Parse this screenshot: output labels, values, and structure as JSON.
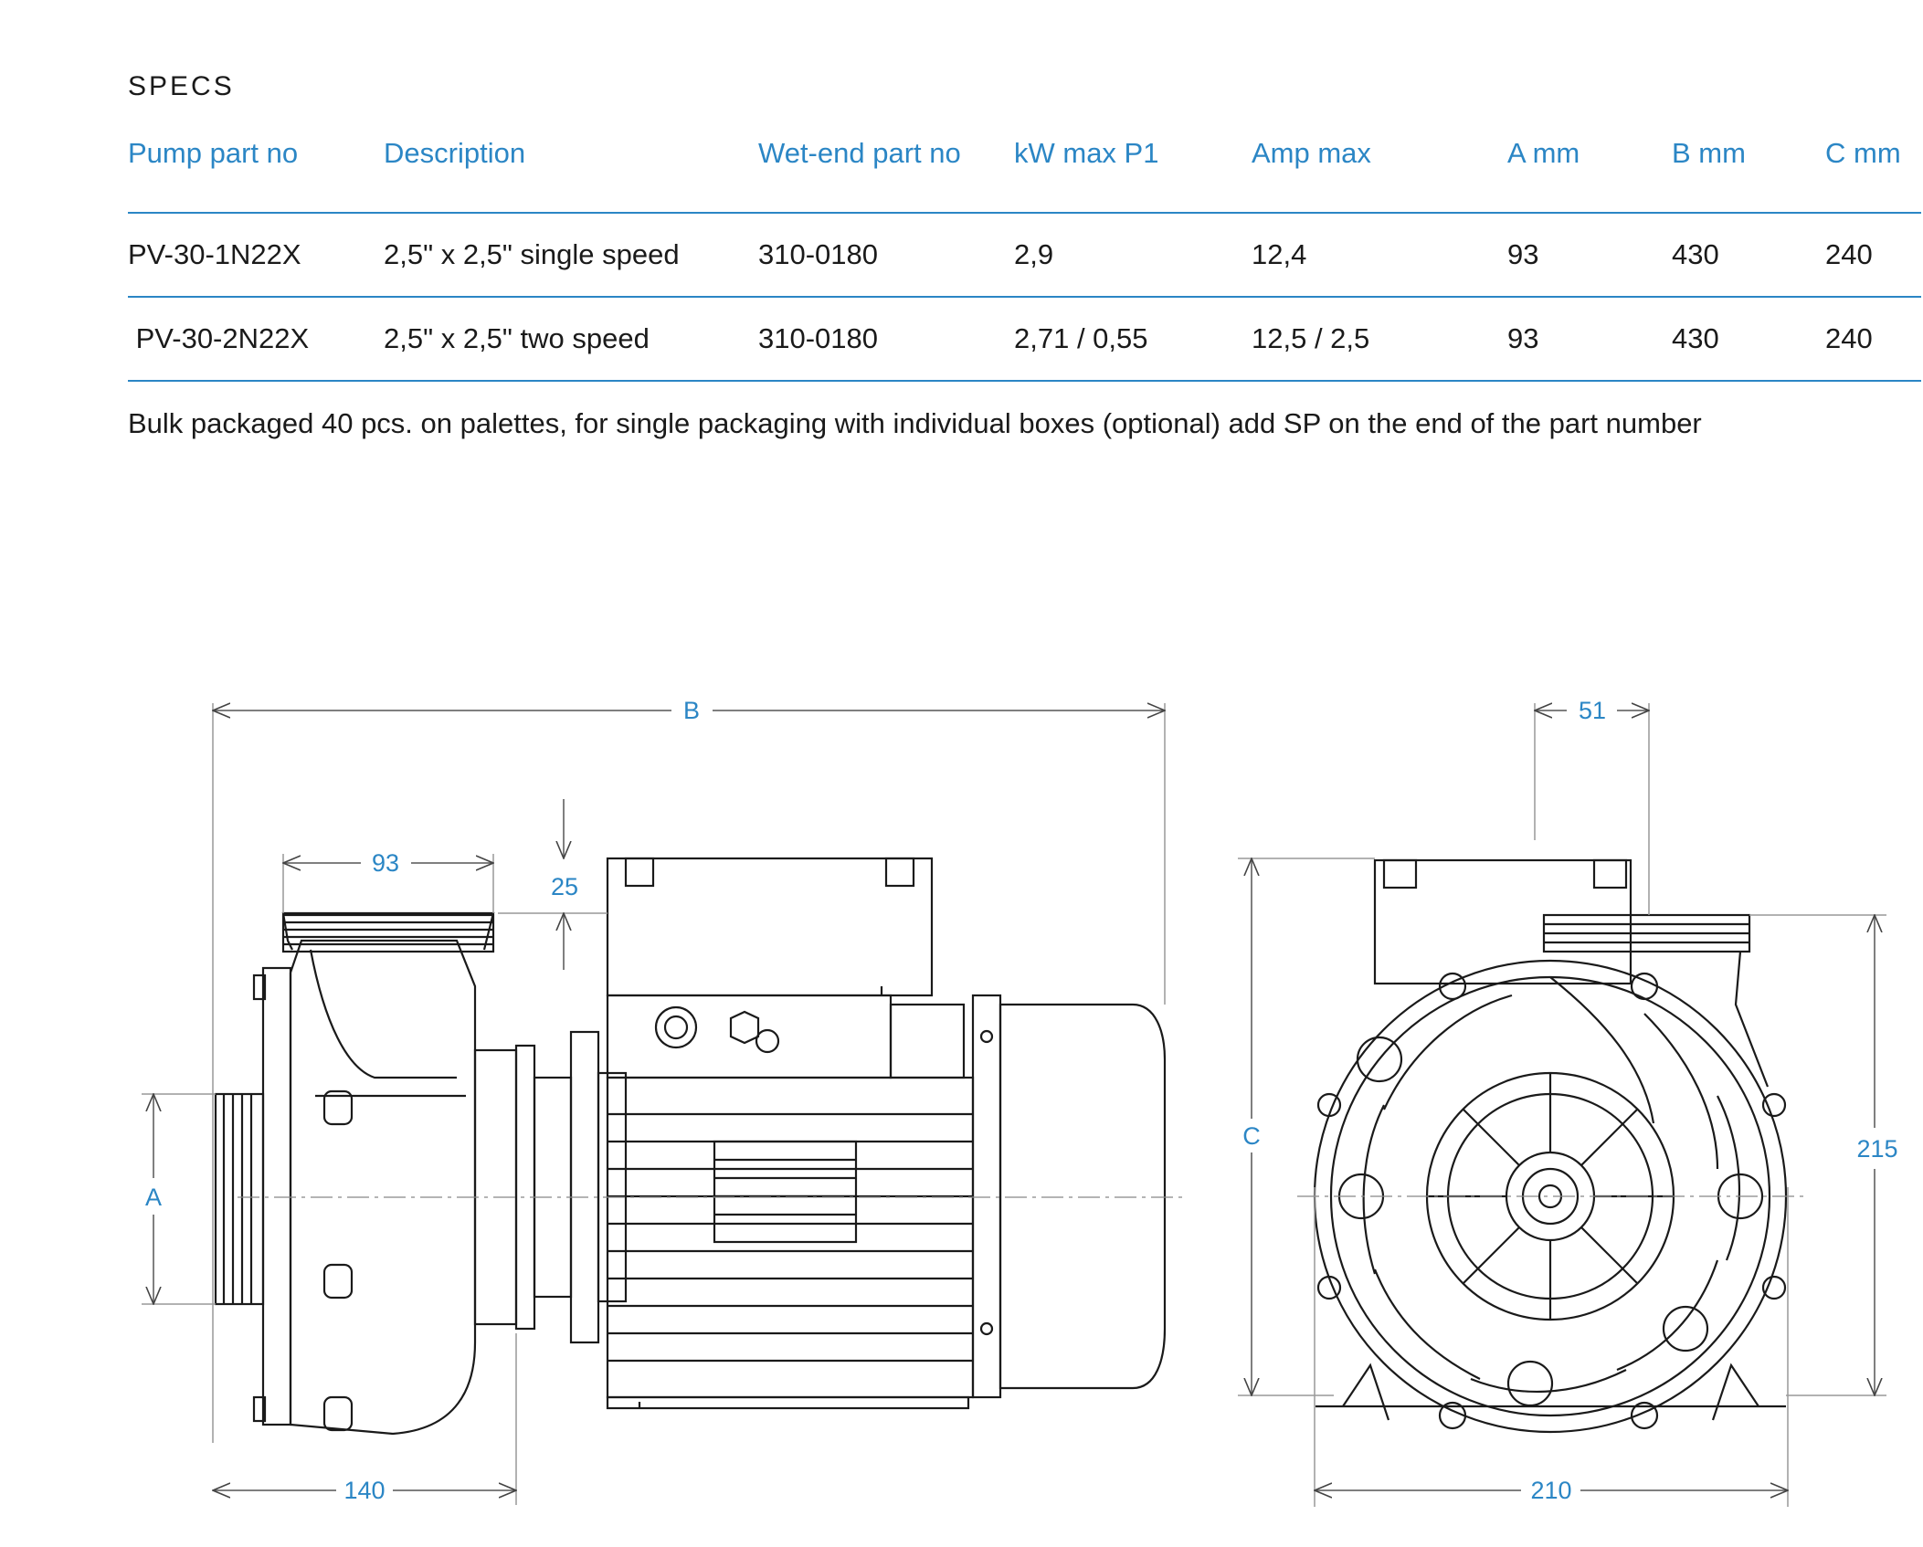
{
  "heading": "SPECS",
  "table": {
    "headers": [
      "Pump part no",
      "Description",
      "Wet-end part no",
      "kW max P1",
      "Amp max",
      "A mm",
      "B mm",
      "C mm"
    ],
    "rows": [
      [
        "PV-30-1N22X",
        "2,5\" x 2,5\" single speed",
        "310-0180",
        "2,9",
        "12,4",
        "93",
        "430",
        "240"
      ],
      [
        " PV-30-2N22X",
        "2,5\" x 2,5\" two speed",
        "310-0180",
        "2,71 / 0,55",
        "12,5 / 2,5",
        "93",
        "430",
        "240"
      ]
    ]
  },
  "note": "Bulk packaged 40 pcs. on palettes, for single packaging with individual boxes (optional) add SP on the end of the part number",
  "dimensions": {
    "side": {
      "B": "B",
      "d93": "93",
      "d25": "25",
      "A": "A",
      "d140": "140"
    },
    "front": {
      "d51": "51",
      "C": "C",
      "d215": "215",
      "d210": "210"
    }
  },
  "colors": {
    "accent": "#2b86c5",
    "line": "#1a1a1a",
    "dim_line": "#666666"
  }
}
